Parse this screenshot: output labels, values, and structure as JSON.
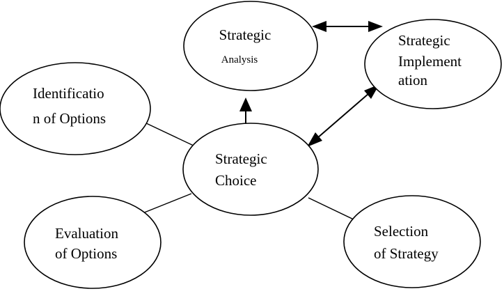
{
  "diagram": {
    "nodes": {
      "strategic_analysis": {
        "line1": "Strategic",
        "line2": "Analysis"
      },
      "strategic_implementation": {
        "line1": "Strategic",
        "line2": "Implement",
        "line3": "ation"
      },
      "identification_of_options": {
        "line1": "Identificatio",
        "line2": "n of Options"
      },
      "strategic_choice": {
        "line1": "Strategic",
        "line2": "Choice"
      },
      "evaluation_of_options": {
        "line1": "Evaluation",
        "line2": "of Options"
      },
      "selection_of_strategy": {
        "line1": "Selection",
        "line2": "of Strategy"
      }
    },
    "edges": [
      {
        "from": "strategic_choice",
        "to": "strategic_analysis",
        "type": "arrow"
      },
      {
        "from": "strategic_analysis",
        "to": "strategic_implementation",
        "type": "double-arrow"
      },
      {
        "from": "strategic_choice",
        "to": "strategic_implementation",
        "type": "double-arrow"
      },
      {
        "from": "strategic_choice",
        "to": "identification_of_options",
        "type": "line"
      },
      {
        "from": "strategic_choice",
        "to": "evaluation_of_options",
        "type": "line"
      },
      {
        "from": "strategic_choice",
        "to": "selection_of_strategy",
        "type": "line"
      }
    ]
  }
}
